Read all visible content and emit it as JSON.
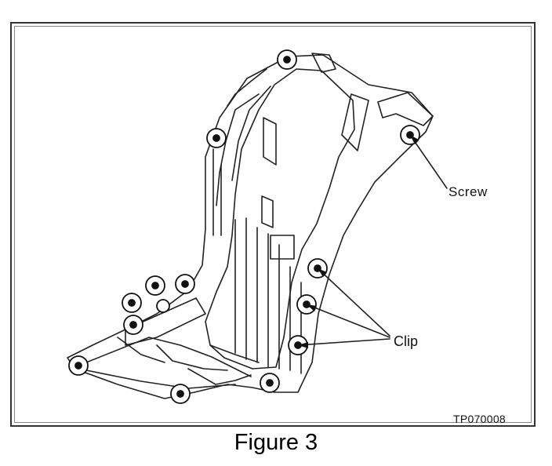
{
  "callouts": {
    "screw": "Screw",
    "clip": "Clip"
  },
  "figure": {
    "code": "TP070008",
    "caption": "Figure 3"
  }
}
